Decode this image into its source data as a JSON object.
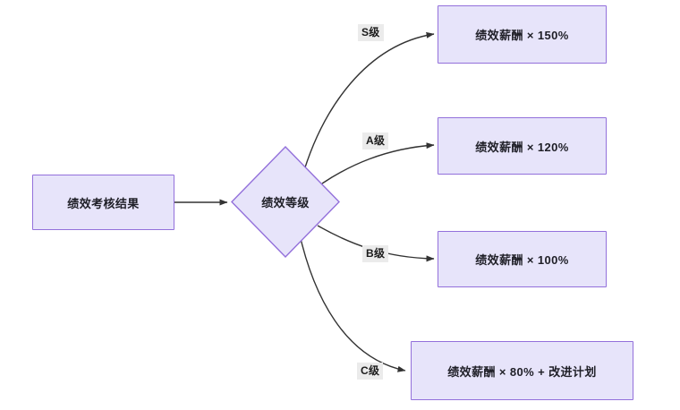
{
  "diagram": {
    "type": "flowchart",
    "direction": "left-to-right",
    "background_color": "#ffffff",
    "node_fill_color": "#e7e4fa",
    "node_border_color": "#9370db",
    "edge_color": "#333333",
    "edge_label_background": "#ebebeb",
    "text_color": "#1f1f27",
    "nodes": {
      "start": {
        "label": "绩效考核结果",
        "shape": "rectangle"
      },
      "decision": {
        "label": "绩效等级",
        "shape": "diamond"
      },
      "outcome_s": {
        "label": "绩效薪酬 × 150%",
        "shape": "rectangle"
      },
      "outcome_a": {
        "label": "绩效薪酬 × 120%",
        "shape": "rectangle"
      },
      "outcome_b": {
        "label": "绩效薪酬 × 100%",
        "shape": "rectangle"
      },
      "outcome_c": {
        "label": "绩效薪酬 × 80% + 改进计划",
        "shape": "rectangle"
      }
    },
    "edges": [
      {
        "id": "start-to-decision",
        "from": "start",
        "to": "decision",
        "label": ""
      },
      {
        "id": "decision-to-s",
        "from": "decision",
        "to": "outcome_s",
        "label": "S级"
      },
      {
        "id": "decision-to-a",
        "from": "decision",
        "to": "outcome_a",
        "label": "A级"
      },
      {
        "id": "decision-to-b",
        "from": "decision",
        "to": "outcome_b",
        "label": "B级"
      },
      {
        "id": "decision-to-c",
        "from": "decision",
        "to": "outcome_c",
        "label": "C级"
      }
    ]
  }
}
